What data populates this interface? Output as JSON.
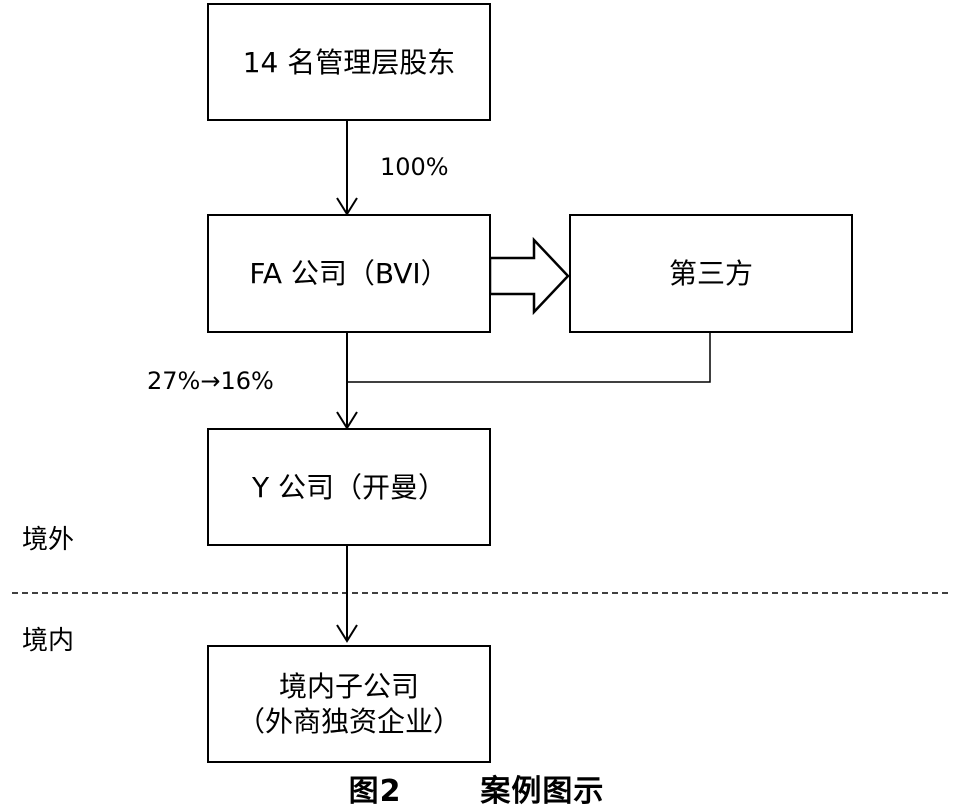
{
  "boxes": {
    "shareholders": "14 名管理层股东",
    "fa": "FA 公司（BVI）",
    "third_party": "第三方",
    "y_company": "Y 公司（开曼）",
    "subsidiary_line1": "境内子公司",
    "subsidiary_line2": "（外商独资企业）"
  },
  "labels": {
    "pct_top": "100%",
    "pct_fa_y": "27%→16%"
  },
  "regions": {
    "offshore": "境外",
    "onshore": "境内"
  },
  "caption": {
    "figure_no": "图2",
    "title": "案例图示"
  }
}
